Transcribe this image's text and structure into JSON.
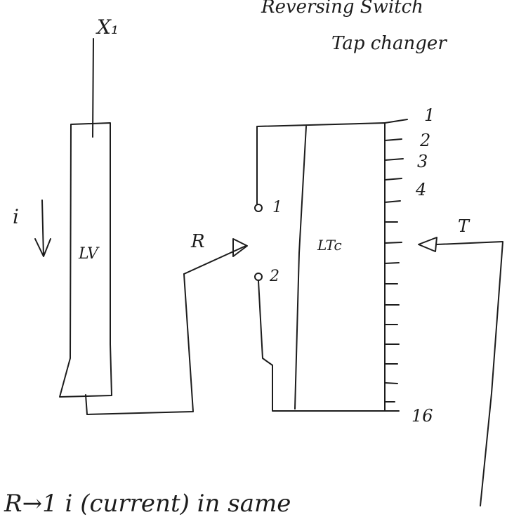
{
  "title_line1": "Reversing Switch",
  "title_line2": "Tap changer",
  "lead_label": "X₁",
  "current_symbol": "i",
  "lv_label": "LV",
  "ltc_label": "LTc",
  "reversing_arm_label": "R",
  "tap_arm_label": "T",
  "contact_1": "1",
  "contact_2": "2",
  "tap_numbers": [
    "1",
    "2",
    "3",
    "4",
    "16"
  ],
  "footnote": "R→1  i (current) in same"
}
